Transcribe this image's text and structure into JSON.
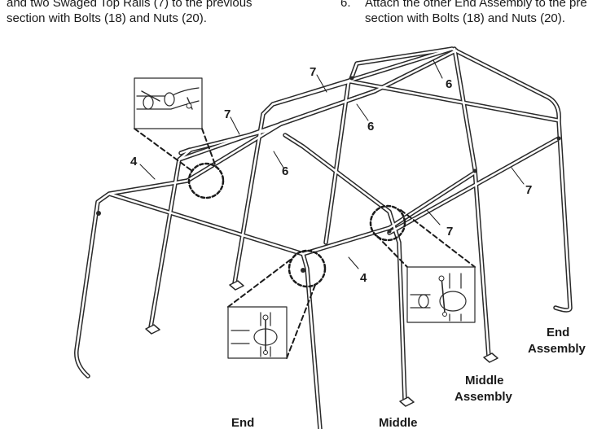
{
  "instructions": {
    "left_line1": "and two Swaged Top Rails (7) to the previous",
    "left_line2": "section with Bolts (18) and Nuts (20).",
    "right_number": "6.",
    "right_line1": "Attach the other End Assembly to the pre",
    "right_line2": "section with Bolts (18) and Nuts (20)."
  },
  "callouts": {
    "c7_top": "7",
    "c6_top": "6",
    "c7_left": "7",
    "c6_mid": "6",
    "c4_left": "4",
    "c6_left": "6",
    "c7_right": "7",
    "c7_mid": "7",
    "c4_mid": "4"
  },
  "assembly_labels": {
    "end_right_1": "End",
    "end_right_2": "Assembly",
    "middle_right_1": "Middle",
    "middle_right_2": "Assembly",
    "end_bottom": "End",
    "middle_bottom": "Middle"
  }
}
